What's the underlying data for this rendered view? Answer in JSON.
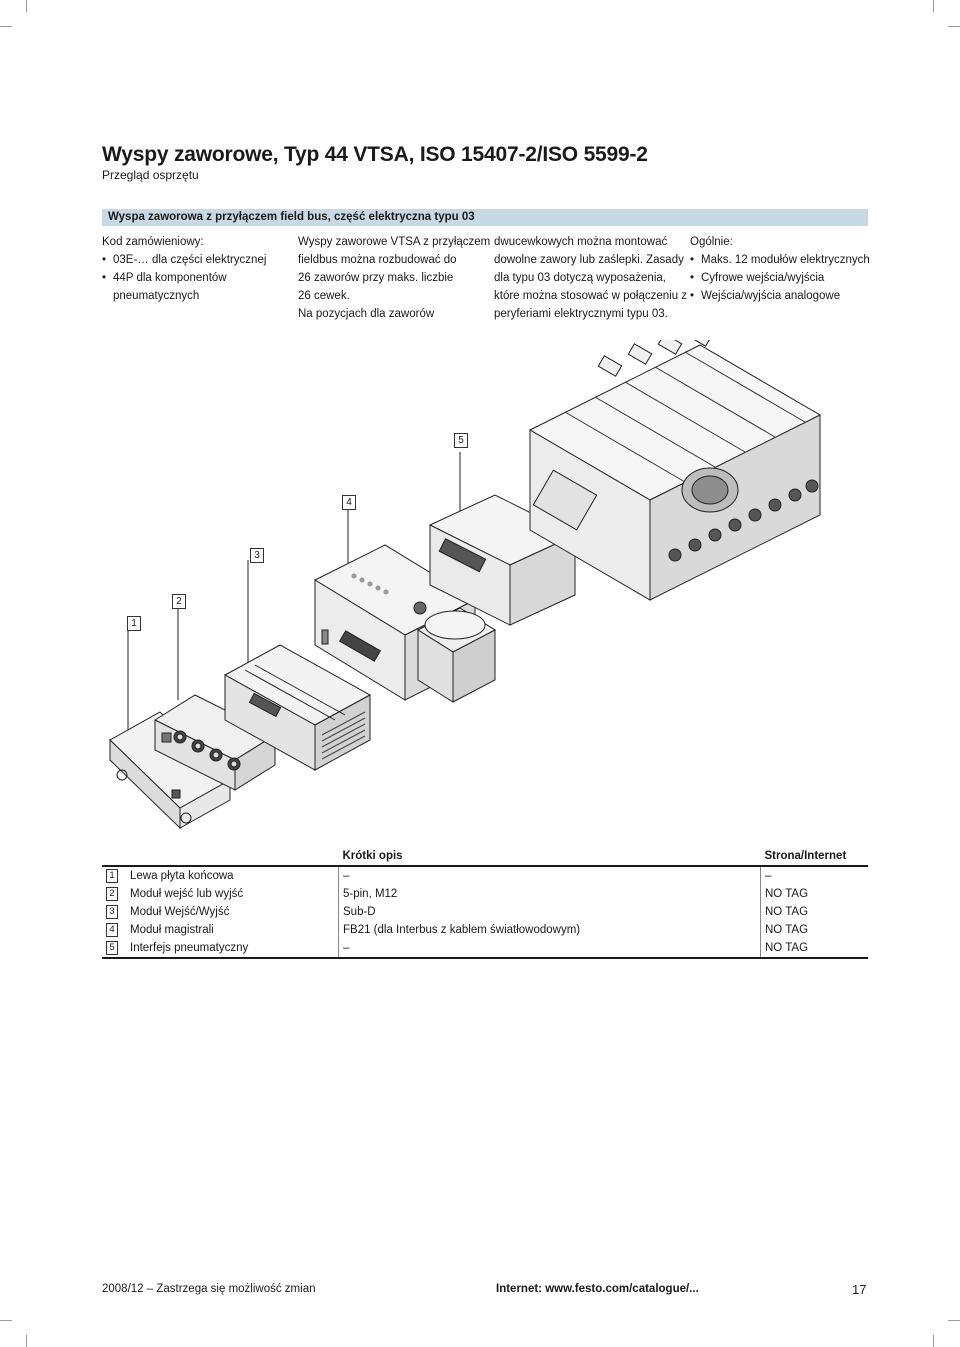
{
  "header": {
    "title": "Wyspy zaworowe, Typ 44 VTSA, ISO 15407-2/ISO 5599-2",
    "subtitle": "Przegląd osprzętu"
  },
  "section": {
    "heading": "Wyspa zaworowa z przyłączem field bus, część elektryczna typu 03"
  },
  "columns": {
    "col1": {
      "heading": "Kod zamówieniowy:",
      "items": [
        "03E-… dla części elektrycznej",
        "44P dla komponentów",
        "pneumatycznych"
      ]
    },
    "col2": {
      "lines": [
        "Wyspy zaworowe VTSA z przyłączem",
        "fieldbus można rozbudować do",
        "26 zaworów przy maks. liczbie",
        "26 cewek.",
        "Na pozycjach dla zaworów"
      ]
    },
    "col3": {
      "lines": [
        "dwucewkowych można montować",
        "dowolne zawory lub zaślepki. Zasady",
        "dla typu 03 dotyczą wyposażenia,",
        "które można stosować w połączeniu z",
        "peryferiami elektrycznymi typu 03."
      ]
    },
    "col4": {
      "heading": "Ogólnie:",
      "items": [
        "Maks. 12 modułów elektrycznych",
        "Cyfrowe wejścia/wyjścia",
        "Wejścia/wyjścia analogowe"
      ]
    }
  },
  "callouts": [
    "1",
    "2",
    "3",
    "4",
    "5"
  ],
  "table": {
    "header_desc": "Krótki opis",
    "header_page": "Strona/Internet",
    "rows": [
      {
        "num": "1",
        "name": "Lewa płyta końcowa",
        "desc": "–",
        "page": "–"
      },
      {
        "num": "2",
        "name": "Moduł wejść lub wyjść",
        "desc": "5-pin, M12",
        "page": "NO TAG"
      },
      {
        "num": "3",
        "name": "Moduł Wejść/Wyjść",
        "desc": "Sub-D",
        "page": "NO TAG"
      },
      {
        "num": "4",
        "name": "Moduł magistrali",
        "desc": "FB21 (dla Interbus z kablem światłowodowym)",
        "page": "NO TAG"
      },
      {
        "num": "5",
        "name": "Interfejs pneumatyczny",
        "desc": "–",
        "page": "NO TAG"
      }
    ]
  },
  "footer": {
    "left": "2008/12 – Zastrzega się możliwość zmian",
    "internet": "Internet: www.festo.com/catalogue/...",
    "page": "17"
  },
  "colors": {
    "section_bar": "#c8d9e6",
    "text": "#1a1a1a"
  }
}
